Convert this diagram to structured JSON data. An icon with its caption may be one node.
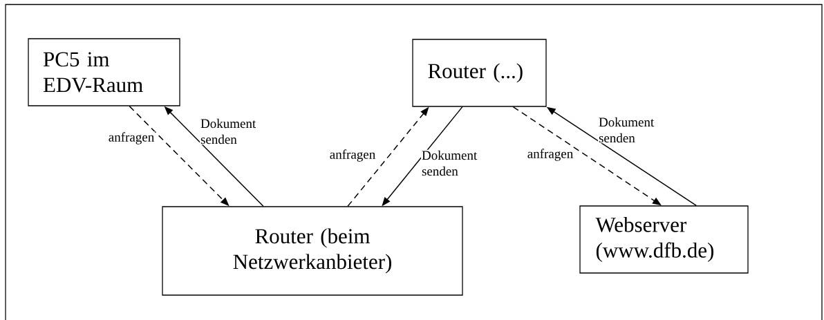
{
  "diagram": {
    "nodes": [
      {
        "text": [
          "PC5 im EDV-Raum"
        ]
      },
      {
        "text": [
          "Router (...)"
        ]
      },
      {
        "text": [
          "Router (beim Netzwerkanbieter)"
        ]
      },
      {
        "text": [
          "Webserver (www.dfb.de)"
        ]
      }
    ],
    "edges": [
      {
        "from": 0,
        "to": 2,
        "arrow": "to",
        "style": "dashed",
        "label": "anfragen"
      },
      {
        "from": 2,
        "to": 0,
        "arrow": "to",
        "label": "Dokument senden"
      },
      {
        "from": 2,
        "to": 1,
        "arrow": "to",
        "style": "dashed",
        "label": "anfragen"
      },
      {
        "from": 1,
        "to": 2,
        "arrow": "to",
        "label": "Dokument senden"
      },
      {
        "from": 1,
        "to": 3,
        "arrow": "to",
        "style": "dashed",
        "label": "anfragen"
      },
      {
        "from": 3,
        "to": 1,
        "arrow": "to",
        "label": "Dokument senden"
      }
    ]
  }
}
